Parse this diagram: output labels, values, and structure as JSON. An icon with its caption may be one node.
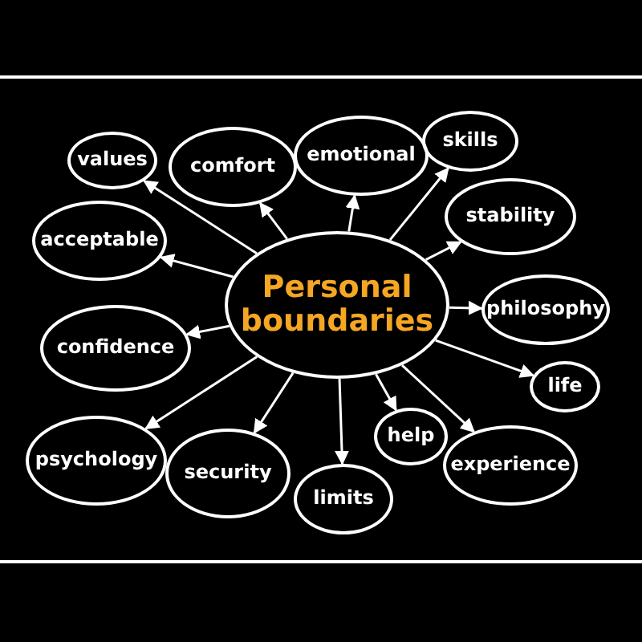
{
  "diagram": {
    "nodes": [
      {
        "text": [
          "Personal boundaries"
        ]
      },
      {
        "text": [
          "values"
        ]
      },
      {
        "text": [
          "comfort"
        ]
      },
      {
        "text": [
          "emotional"
        ]
      },
      {
        "text": [
          "skills"
        ]
      },
      {
        "text": [
          "acceptable"
        ]
      },
      {
        "text": [
          "stability"
        ]
      },
      {
        "text": [
          "confidence"
        ]
      },
      {
        "text": [
          "philosophy"
        ]
      },
      {
        "text": [
          "life"
        ]
      },
      {
        "text": [
          "psychology"
        ]
      },
      {
        "text": [
          "security"
        ]
      },
      {
        "text": [
          "limits"
        ]
      },
      {
        "text": [
          "help"
        ]
      },
      {
        "text": [
          "experience"
        ]
      }
    ],
    "edges": [
      {
        "from": 0,
        "to": 1,
        "arrow": "to"
      },
      {
        "from": 0,
        "to": 2,
        "arrow": "to"
      },
      {
        "from": 0,
        "to": 3,
        "arrow": "to"
      },
      {
        "from": 0,
        "to": 4,
        "arrow": "to"
      },
      {
        "from": 0,
        "to": 5,
        "arrow": "to"
      },
      {
        "from": 0,
        "to": 6,
        "arrow": "to"
      },
      {
        "from": 0,
        "to": 7,
        "arrow": "to"
      },
      {
        "from": 0,
        "to": 8,
        "arrow": "to"
      },
      {
        "from": 0,
        "to": 9,
        "arrow": "to"
      },
      {
        "from": 0,
        "to": 10,
        "arrow": "to"
      },
      {
        "from": 0,
        "to": 11,
        "arrow": "to"
      },
      {
        "from": 0,
        "to": 12,
        "arrow": "to"
      },
      {
        "from": 0,
        "to": 13,
        "arrow": "to"
      },
      {
        "from": 0,
        "to": 14,
        "arrow": "to"
      }
    ]
  }
}
